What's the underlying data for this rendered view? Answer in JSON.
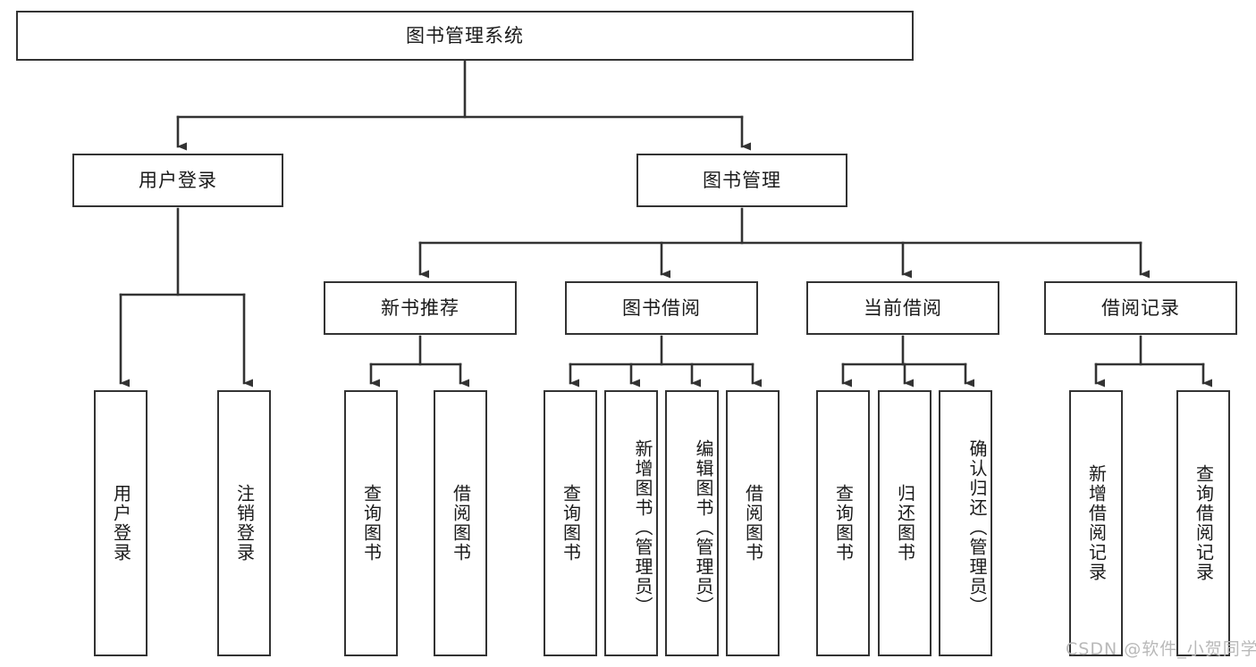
{
  "diagram": {
    "type": "tree-hierarchy-chart",
    "title": "图书管理系统",
    "watermark": "CSDN @软件_小贺同学",
    "colors": {
      "box_border": "#333333",
      "box_fill": "#ffffff",
      "connector": "#333333",
      "text": "#1a1a1a",
      "watermark": "#b9b9b9",
      "background": "#ffffff"
    },
    "levels": {
      "root": {
        "label": "图书管理系统"
      },
      "level2": [
        {
          "id": "user-login",
          "label": "用户登录"
        },
        {
          "id": "book-management",
          "label": "图书管理"
        }
      ],
      "level3": [
        {
          "id": "new-book-recommend",
          "label": "新书推荐",
          "parent": "book-management"
        },
        {
          "id": "book-borrow",
          "label": "图书借阅",
          "parent": "book-management"
        },
        {
          "id": "current-borrow",
          "label": "当前借阅",
          "parent": "book-management"
        },
        {
          "id": "borrow-record",
          "label": "借阅记录",
          "parent": "book-management"
        }
      ],
      "leaves": [
        {
          "id": "leaf-user-login",
          "label": "用户登录",
          "parent": "user-login"
        },
        {
          "id": "leaf-logout-login",
          "label": "注销登录",
          "parent": "user-login"
        },
        {
          "id": "leaf-query-book-1",
          "label": "查询图书",
          "parent": "new-book-recommend"
        },
        {
          "id": "leaf-borrow-book-1",
          "label": "借阅图书",
          "parent": "new-book-recommend"
        },
        {
          "id": "leaf-query-book-2",
          "label": "查询图书",
          "parent": "book-borrow"
        },
        {
          "id": "leaf-add-book",
          "label": "新增图书（管理员）",
          "parent": "book-borrow"
        },
        {
          "id": "leaf-edit-book",
          "label": "编辑图书（管理员）",
          "parent": "book-borrow"
        },
        {
          "id": "leaf-borrow-book-2",
          "label": "借阅图书",
          "parent": "book-borrow"
        },
        {
          "id": "leaf-query-book-3",
          "label": "查询图书",
          "parent": "current-borrow"
        },
        {
          "id": "leaf-return-book",
          "label": "归还图书",
          "parent": "current-borrow"
        },
        {
          "id": "leaf-confirm-return",
          "label": "确认归还（管理员）",
          "parent": "current-borrow"
        },
        {
          "id": "leaf-add-record",
          "label": "新增借阅记录",
          "parent": "borrow-record"
        },
        {
          "id": "leaf-query-record",
          "label": "查询借阅记录",
          "parent": "borrow-record"
        }
      ]
    }
  }
}
